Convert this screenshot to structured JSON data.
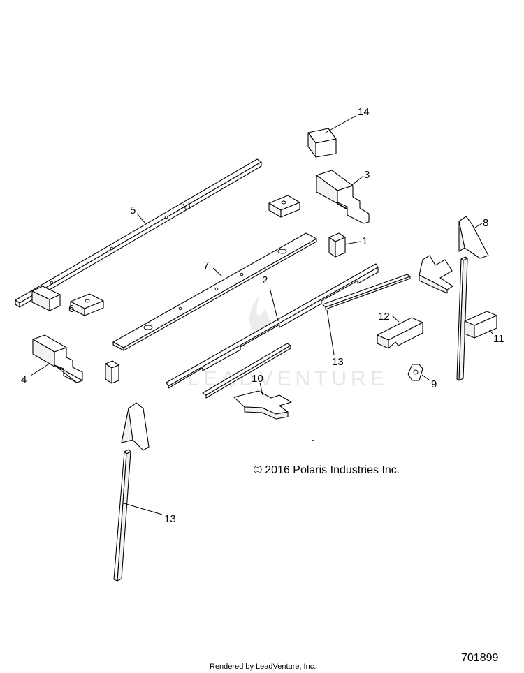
{
  "callouts": {
    "c1": "1",
    "c2": "2",
    "c3": "3",
    "c4": "4",
    "c5": "5",
    "c6": "6",
    "c7": "7",
    "c8": "8",
    "c9": "9",
    "c10": "10",
    "c11": "11",
    "c12": "12",
    "c13a": "13",
    "c13b": "13",
    "c14": "14"
  },
  "watermark": {
    "text": "LEADVENTURE"
  },
  "copyright": "© 2016 Polaris Industries Inc.",
  "footer": "Rendered by LeadVenture, Inc.",
  "diagram_id": "701899"
}
